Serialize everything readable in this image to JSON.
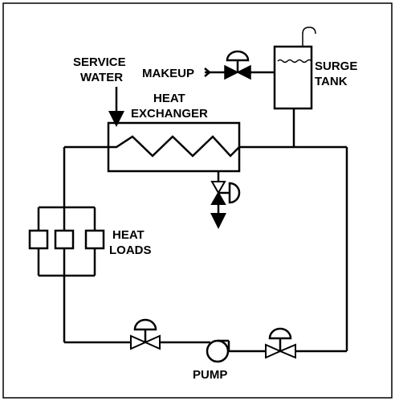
{
  "labels": {
    "service_water_1": "SERVICE",
    "service_water_2": "WATER",
    "makeup": "MAKEUP",
    "surge_1": "SURGE",
    "surge_2": "TANK",
    "heat_exchanger_1": "HEAT",
    "heat_exchanger_2": "EXCHANGER",
    "heat_loads_1": "HEAT",
    "heat_loads_2": "LOADS",
    "pump": "PUMP"
  }
}
